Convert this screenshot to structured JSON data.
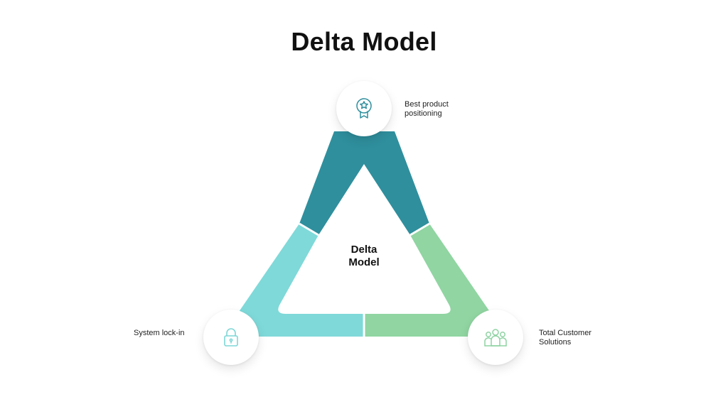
{
  "title": "Delta Model",
  "center": {
    "line1": "Delta",
    "line2": "Model"
  },
  "nodes": {
    "top": {
      "label_line1": "Best product",
      "label_line2": "positioning",
      "icon": "award-badge-icon",
      "color": "#2f8f9d"
    },
    "left": {
      "label": "System lock-in",
      "icon": "lock-icon",
      "color": "#7fd6d6"
    },
    "right": {
      "label_line1": "Total Customer",
      "label_line2": "Solutions",
      "icon": "people-group-icon",
      "color": "#8fd3a3"
    }
  },
  "colors": {
    "top_segment": "#2f8f9d",
    "left_segment": "#7fd9d9",
    "right_segment": "#90d5a2"
  }
}
